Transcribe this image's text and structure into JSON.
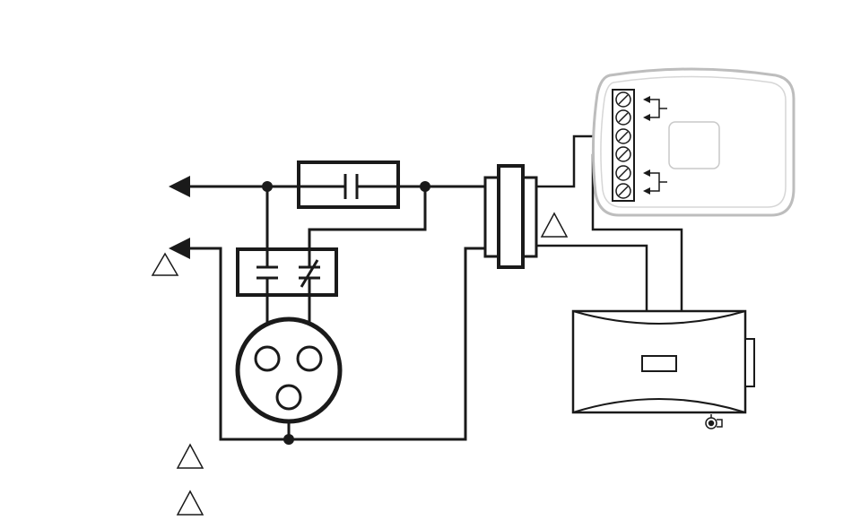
{
  "diagram": {
    "type": "wiring-schematic",
    "line_color": "#1a1a1a",
    "thermostat_outline_color": "#bdbdbd",
    "background_color": "#ffffff",
    "components": [
      {
        "id": "power-supply-leads",
        "icon": "arrow-left-icon",
        "count": 2
      },
      {
        "id": "capacitor-block",
        "icon": "capacitor-icon"
      },
      {
        "id": "relay-contacts-block",
        "icon": "relay-contacts-icon",
        "contacts": [
          "normally-open",
          "normally-closed"
        ]
      },
      {
        "id": "plug-receptacle",
        "icon": "three-prong-receptacle-icon",
        "pins": 3
      },
      {
        "id": "terminal-connector",
        "icon": "terminal-block-icon"
      },
      {
        "id": "thermostat",
        "icon": "thermostat-icon",
        "terminals": 6,
        "inputs": 2
      },
      {
        "id": "controller-module",
        "icon": "controller-box-icon"
      },
      {
        "id": "grounding-clip",
        "icon": "ground-clip-icon"
      }
    ],
    "note_markers": [
      {
        "id": "note-marker-power",
        "icon": "warning-triangle-icon",
        "label": ""
      },
      {
        "id": "note-marker-connector",
        "icon": "warning-triangle-icon",
        "label": ""
      },
      {
        "id": "note-marker-legend-1",
        "icon": "warning-triangle-icon",
        "label": ""
      },
      {
        "id": "note-marker-legend-2",
        "icon": "warning-triangle-icon",
        "label": ""
      }
    ]
  }
}
